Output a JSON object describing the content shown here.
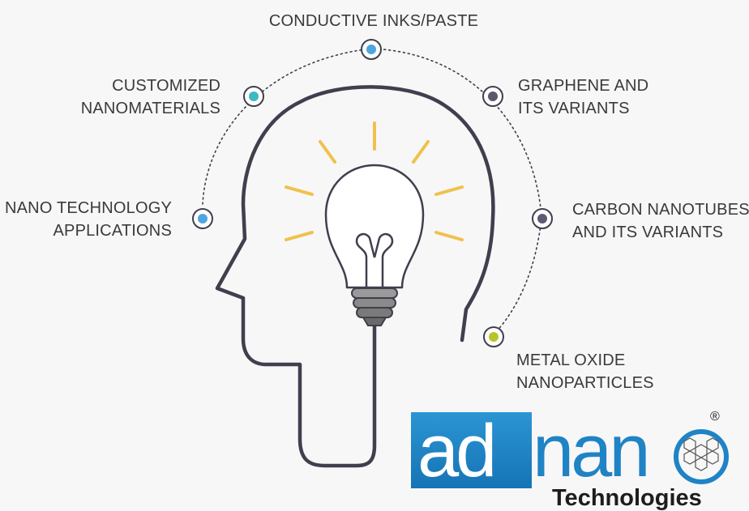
{
  "topics": {
    "top": {
      "line1": "CONDUCTIVE INKS/PASTE",
      "color": "#4ea6df"
    },
    "upper_left": {
      "line1": "CUSTOMIZED",
      "line2": "NANOMATERIALS",
      "color": "#3fb7c4"
    },
    "lower_left": {
      "line1": "NANO TECHNOLOGY",
      "line2": "APPLICATIONS",
      "color": "#4ea6df"
    },
    "upper_right": {
      "line1": "GRAPHENE AND",
      "line2": "ITS VARIANTS",
      "color": "#5a5a6a"
    },
    "middle_right": {
      "line1": "CARBON NANOTUBES",
      "line2": "AND ITS VARIANTS",
      "color": "#5f5a73"
    },
    "lower_right": {
      "line1": "METAL OXIDE",
      "line2": "NANOPARTICLES",
      "color": "#b9c42b"
    }
  },
  "logo": {
    "part1": "ad",
    "part2": "nan",
    "subtitle": "Technologies",
    "registered": "®"
  },
  "colors": {
    "outline": "#3f3f4d",
    "rays": "#f0c14b",
    "brand_blue": "#1f83c5"
  }
}
